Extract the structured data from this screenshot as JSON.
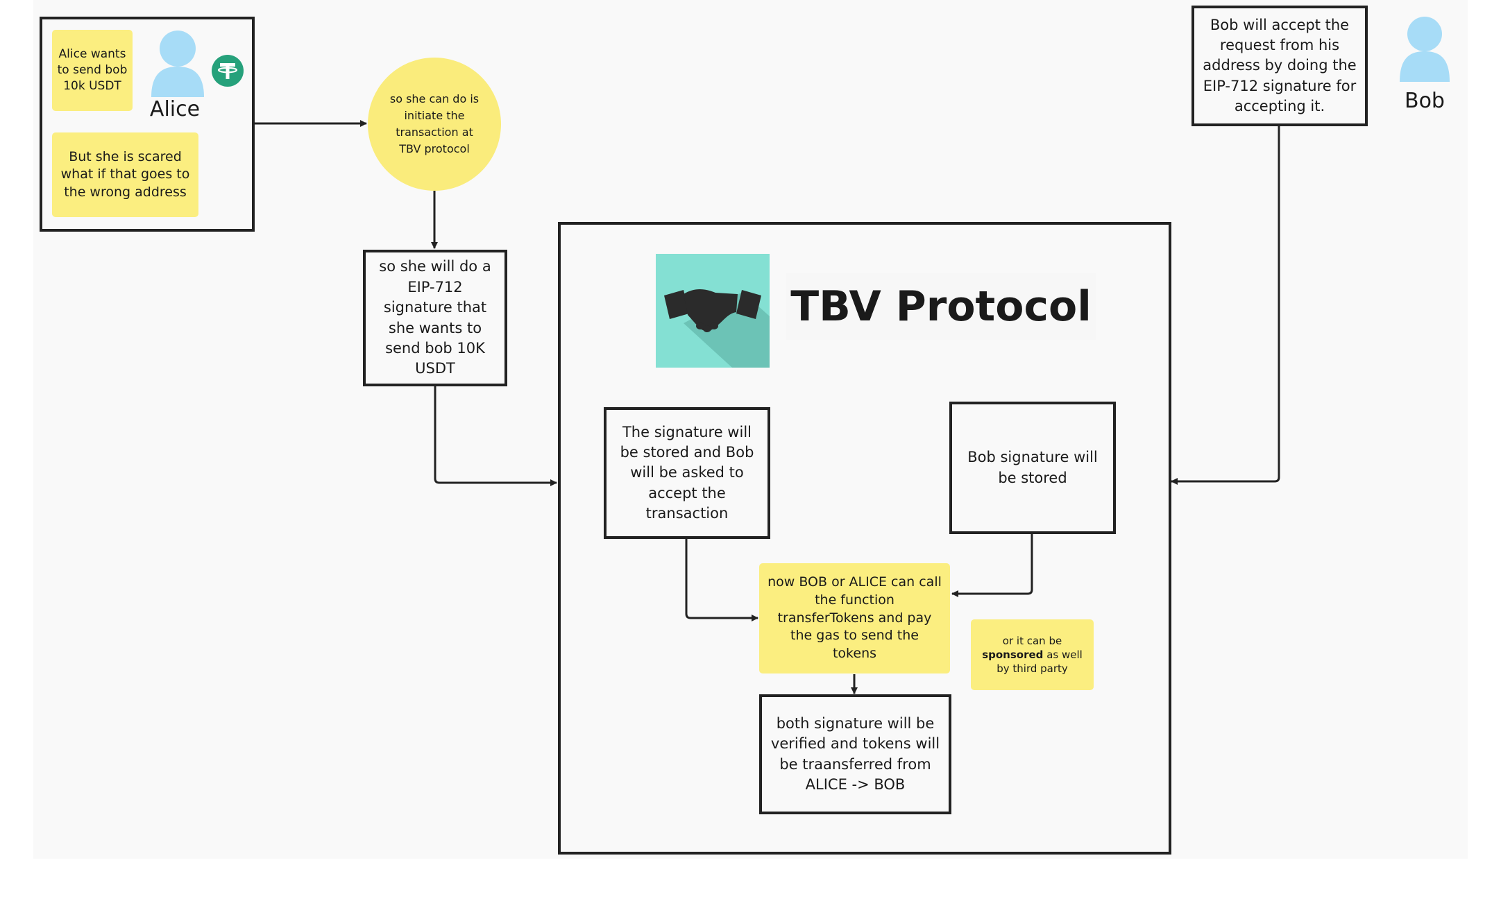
{
  "alice": {
    "name": "Alice",
    "note_want": "Alice wants to send bob 10k USDT",
    "note_scared": "But she is scared what if that goes to the wrong address",
    "token_icon": "tether-usdt-icon"
  },
  "bob": {
    "name": "Bob",
    "accept_text": "Bob will accept the request from his address by doing the EIP-712 signature for accepting it."
  },
  "initiate_circle": "so she can do is initiate the transaction at TBV protocol",
  "eip_sign_box": "so she will do a EIP-712 signature that she wants to send bob 10K USDT",
  "protocol": {
    "title": "TBV Protocol",
    "logo_icon": "handshake-icon",
    "sig_stored": "The signature will be stored and Bob will be asked to accept the transaction",
    "bob_sig_stored": "Bob signature will be stored",
    "call_function": "now BOB or ALICE can call the function transferTokens and pay the gas to send the tokens",
    "sponsor_prefix": "or it can be",
    "sponsor_bold": "sponsored",
    "sponsor_suffix": "as well by third party",
    "verified": "both signature will be verified and tokens will be traansferred from ALICE -> BOB"
  },
  "colors": {
    "sticky": "#fbee80",
    "user_blue": "#a7dcf7",
    "tether_green": "#26a17b",
    "logo_bg": "#84e0d3",
    "border": "#222222"
  }
}
